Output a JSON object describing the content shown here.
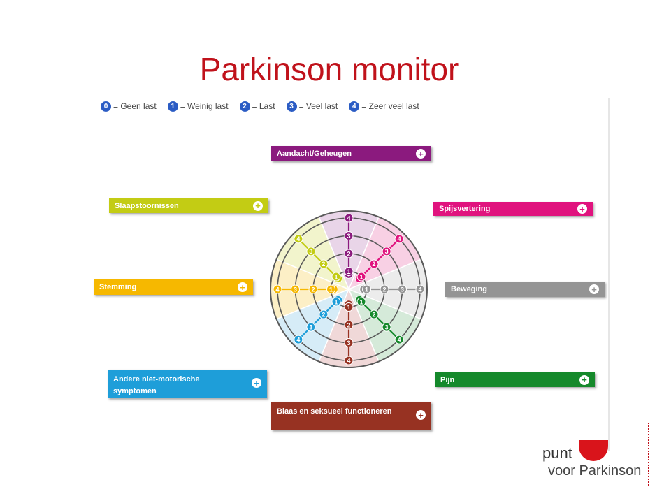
{
  "title": "Parkinson monitor",
  "legend": [
    {
      "num": "0",
      "label": "= Geen last"
    },
    {
      "num": "1",
      "label": "= Weinig last"
    },
    {
      "num": "2",
      "label": "= Last"
    },
    {
      "num": "3",
      "label": "= Veel last"
    },
    {
      "num": "4",
      "label": "= Zeer veel last"
    }
  ],
  "levels": [
    "0",
    "1",
    "2",
    "3",
    "4"
  ],
  "categories": [
    {
      "id": "aandacht",
      "label": "Aandacht/Geheugen",
      "color": "#8b1a7e",
      "sector_color": "#e9d5e8"
    },
    {
      "id": "spijs",
      "label": "Spijsvertering",
      "color": "#e0137e",
      "sector_color": "#f8d0e4"
    },
    {
      "id": "beweging",
      "label": "Beweging",
      "color": "#949494",
      "sector_color": "#ececec"
    },
    {
      "id": "pijn",
      "label": "Pijn",
      "color": "#15892b",
      "sector_color": "#d5ead9"
    },
    {
      "id": "blaas",
      "label": "Blaas en seksueel functioneren",
      "color": "#973222",
      "sector_color": "#f0d8d8"
    },
    {
      "id": "andere",
      "label": "Andere niet-motorische symptomen",
      "color": "#1e9ed9",
      "sector_color": "#d6ecf7"
    },
    {
      "id": "stemming",
      "label": "Stemming",
      "color": "#f6b800",
      "sector_color": "#fcefc6"
    },
    {
      "id": "slaap",
      "label": "Slaapstoornissen",
      "color": "#c3cc14",
      "sector_color": "#f2f4cc"
    }
  ],
  "logo": {
    "line1": "punt",
    "line2": "voor Parkinson"
  }
}
